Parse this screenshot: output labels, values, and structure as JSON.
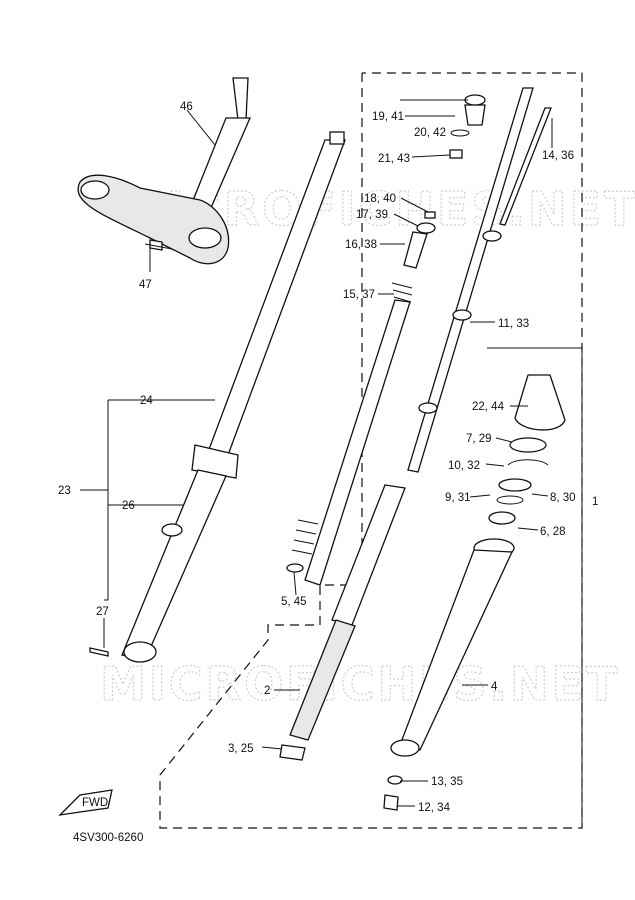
{
  "watermark": "MICROFICHES.NET",
  "diagram_code": "4SV300-6260",
  "fwd_label": "FWD",
  "callouts": {
    "c46": "46",
    "c47": "47",
    "c24": "24",
    "c23": "23",
    "c26": "26",
    "c27": "27",
    "c19_41": "19, 41",
    "c20_42": "20, 42",
    "c14_36": "14, 36",
    "c21_43": "21, 43",
    "c18_40": "18, 40",
    "c17_39": "17, 39",
    "c16_38": "16, 38",
    "c15_37": "15, 37",
    "c11_33": "11, 33",
    "c22_44": "22, 44",
    "c7_29": "7, 29",
    "c10_32": "10, 32",
    "c9_31": "9, 31",
    "c8_30": "8, 30",
    "c1": "1",
    "c6_28": "6, 28",
    "c5_45": "5, 45",
    "c2": "2",
    "c4": "4",
    "c3_25": "3, 25",
    "c13_35": "13, 35",
    "c12_34": "12, 34"
  }
}
